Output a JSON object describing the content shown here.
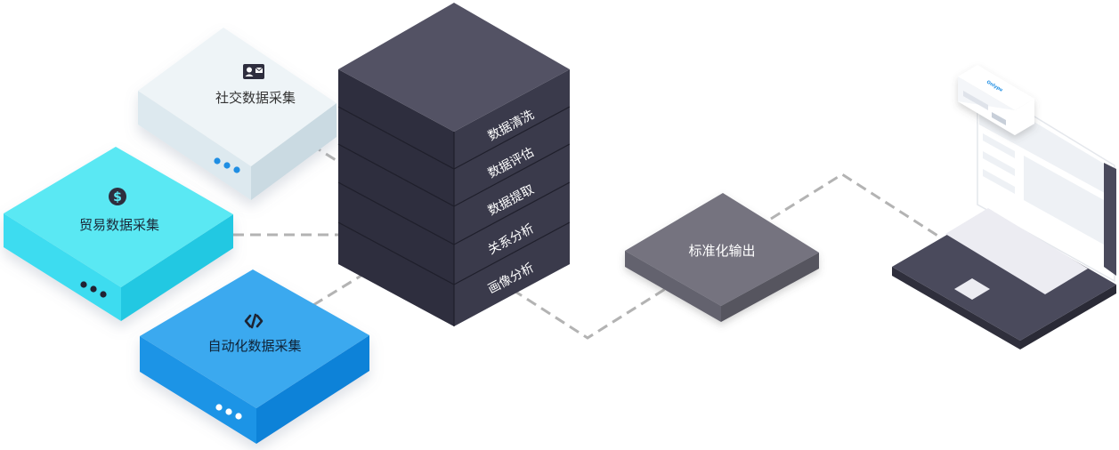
{
  "sources": {
    "social": {
      "label": "社交数据采集"
    },
    "trade": {
      "label": "贸易数据采集"
    },
    "auto": {
      "label": "自动化数据采集"
    }
  },
  "server": {
    "layers": [
      "数据清洗",
      "数据评估",
      "数据提取",
      "关系分析",
      "画像分析"
    ]
  },
  "output": {
    "label": "标准化输出"
  },
  "laptop": {
    "brand": "Onlypu"
  },
  "colors": {
    "social_top": "#eef4f7",
    "social_side": "#d4e3ea",
    "trade_top": "#5ae8f3",
    "trade_side": "#2cd3e8",
    "auto_top": "#3aa9ef",
    "auto_side": "#178de0",
    "server_dark": "#2e2e3e",
    "server_top": "#535264",
    "output_box": "#74737f",
    "laptop_dark": "#4a4a5c",
    "connector": "#b3b3b3"
  }
}
